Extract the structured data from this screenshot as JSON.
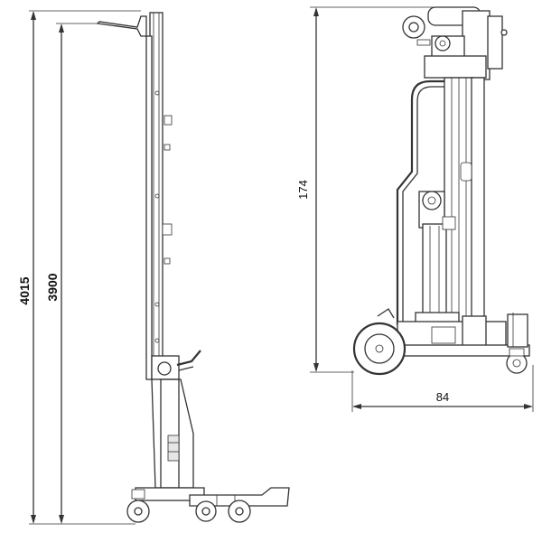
{
  "dimensions": {
    "overall_height": "4015",
    "lift_height": "3900",
    "machine_height": "174",
    "machine_width": "84"
  }
}
